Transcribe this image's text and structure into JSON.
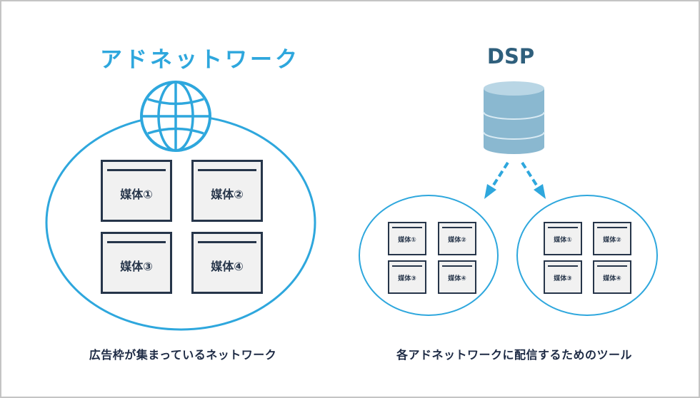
{
  "ad_network": {
    "title": "アドネットワーク",
    "icon": "globe-icon",
    "media": [
      "媒体①",
      "媒体②",
      "媒体③",
      "媒体④"
    ],
    "caption": "広告枠が集まっているネットワーク"
  },
  "dsp": {
    "title": "DSP",
    "icon": "database-icon",
    "networks": [
      {
        "media": [
          "媒体①",
          "媒体②",
          "媒体③",
          "媒体④"
        ]
      },
      {
        "media": [
          "媒体①",
          "媒体②",
          "媒体③",
          "媒体④"
        ]
      }
    ],
    "caption": "各アドネットワークに配信するためのツール"
  },
  "colors": {
    "accent_blue": "#2ea7dd",
    "dsp_title": "#2f5f7c",
    "database_fill": "#8ab8d0",
    "media_border": "#26354a",
    "media_fill": "#f1f1f1",
    "frame_border": "#c4c4c4"
  }
}
